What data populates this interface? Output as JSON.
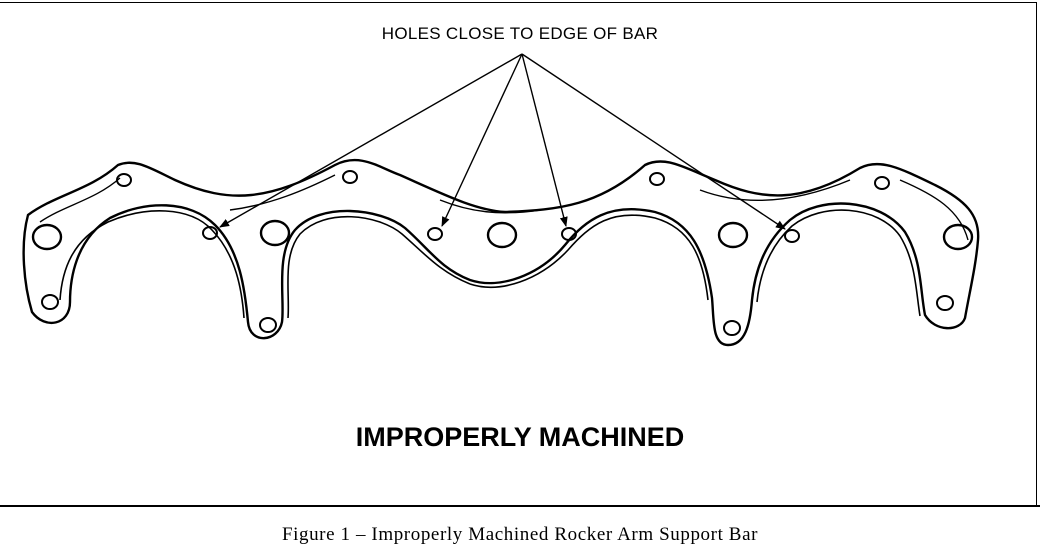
{
  "callout": {
    "text": "HOLES CLOSE TO EDGE OF BAR"
  },
  "title": {
    "text": "IMPROPERLY MACHINED"
  },
  "caption": {
    "text": "Figure 1 – Improperly Machined Rocker Arm Support Bar"
  }
}
